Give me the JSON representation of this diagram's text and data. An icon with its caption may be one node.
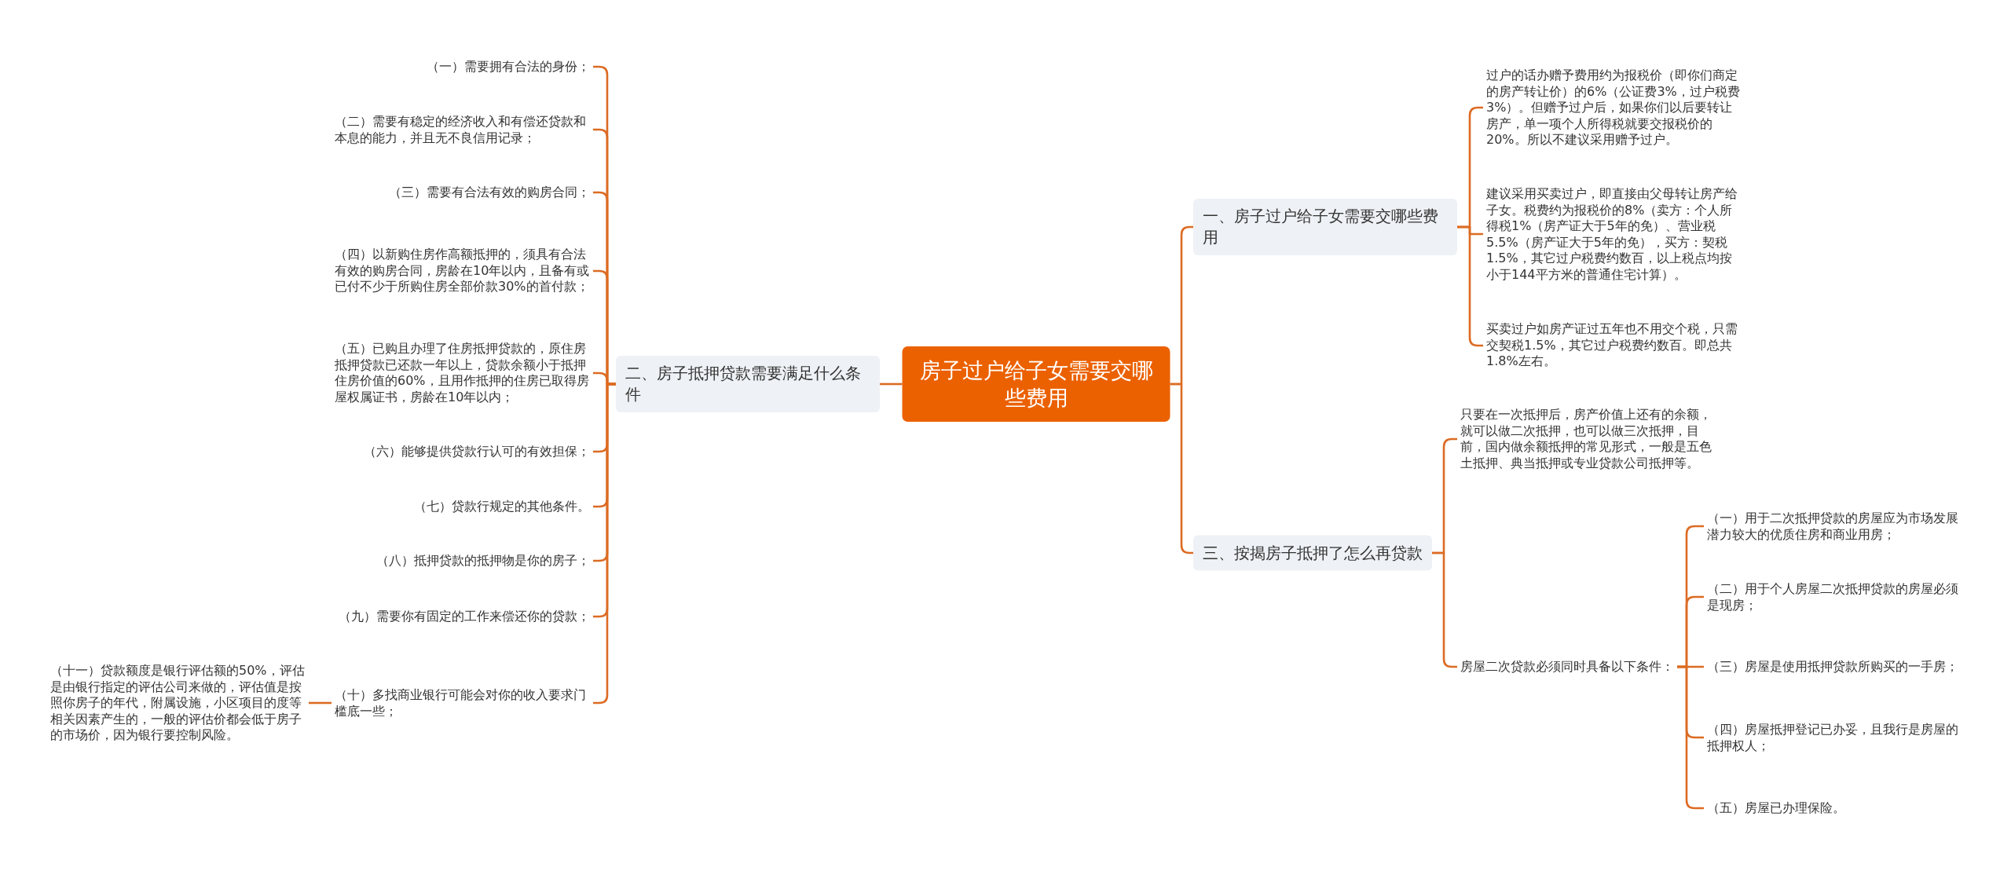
{
  "diagram": {
    "nodes": [
      {
        "text": [
          "房子过户给子女需要交哪些费用"
        ]
      },
      {
        "text": [
          "一、房子过户给子女需要交哪些费用"
        ]
      },
      {
        "text": [
          "过户的话办赠予费用约为报税价（即你们商定的房产转让价）的6%（公证费3%，过户税费3%）。但赠予过户后，如果你们以后要转让房产，单一项个人所得税就要交报税价的20%。所以不建议采用赠予过户。"
        ]
      },
      {
        "text": [
          "建议采用买卖过户，即直接由父母转让房产给子女。税费约为报税价的8%（卖方：个人所得税1%（房产证大于5年的免）、营业税5.5%（房产证大于5年的免），买方：契税1.5%，其它过户税费约数百，以上税点均按小于144平方米的普通住宅计算）。"
        ]
      },
      {
        "text": [
          "买卖过户如房产证过五年也不用交个税，只需交契税1.5%，其它过户税费约数百。即总共1.8%左右。"
        ]
      },
      {
        "text": [
          "二、房子抵押贷款需要满足什么条件"
        ]
      },
      {
        "text": [
          "（一）需要拥有合法的身份；"
        ]
      },
      {
        "text": [
          "（二）需要有稳定的经济收入和有偿还贷款和本息的能力，并且无不良信用记录；"
        ]
      },
      {
        "text": [
          "（三）需要有合法有效的购房合同；"
        ]
      },
      {
        "text": [
          "（四）以新购住房作高额抵押的，须具有合法有效的购房合同，房龄在10年以内，且备有或已付不少于所购住房全部价款30%的首付款；"
        ]
      },
      {
        "text": [
          "（五）已购且办理了住房抵押贷款的，原住房抵押贷款已还款一年以上，贷款余额小于抵押住房价值的60%，且用作抵押的住房已取得房屋权属证书，房龄在10年以内；"
        ]
      },
      {
        "text": [
          "（六）能够提供贷款行认可的有效担保；"
        ]
      },
      {
        "text": [
          "（七）贷款行规定的其他条件。"
        ]
      },
      {
        "text": [
          "（八）抵押贷款的抵押物是你的房子；"
        ]
      },
      {
        "text": [
          "（九）需要你有固定的工作来偿还你的贷款；"
        ]
      },
      {
        "text": [
          "（十）多找商业银行可能会对你的收入要求门槛底一些；"
        ]
      },
      {
        "text": [
          "（十一）贷款额度是银行评估额的50%，评估是由银行指定的评估公司来做的，评估值是按照你房子的年代，附属设施，小区项目的度等相关因素产生的，一般的评估价都会低于房子的市场价，因为银行要控制风险。"
        ]
      },
      {
        "text": [
          "三、按揭房子抵押了怎么再贷款"
        ]
      },
      {
        "text": [
          "只要在一次抵押后，房产价值上还有的余额，就可以做二次抵押，也可以做三次抵押，目前，国内做余额抵押的常见形式，一般是五色土抵押、典当抵押或专业贷款公司抵押等。"
        ]
      },
      {
        "text": [
          "房屋二次贷款必须同时具备以下条件："
        ]
      },
      {
        "text": [
          "（一）用于二次抵押贷款的房屋应为市场发展潜力较大的优质住房和商业用房；"
        ]
      },
      {
        "text": [
          "（二）用于个人房屋二次抵押贷款的房屋必须是现房；"
        ]
      },
      {
        "text": [
          "（三）房屋是使用抵押贷款所购买的一手房；"
        ]
      },
      {
        "text": [
          "（四）房屋抵押登记已办妥，且我行是房屋的抵押权人；"
        ]
      },
      {
        "text": [
          "（五）房屋已办理保险。"
        ]
      }
    ],
    "edges": [
      {
        "from": 0,
        "to": 1,
        "arrow": "none"
      },
      {
        "from": 1,
        "to": 2,
        "arrow": "none"
      },
      {
        "from": 1,
        "to": 3,
        "arrow": "none"
      },
      {
        "from": 1,
        "to": 4,
        "arrow": "none"
      },
      {
        "from": 0,
        "to": 5,
        "arrow": "none"
      },
      {
        "from": 5,
        "to": 6,
        "arrow": "none"
      },
      {
        "from": 5,
        "to": 7,
        "arrow": "none"
      },
      {
        "from": 5,
        "to": 8,
        "arrow": "none"
      },
      {
        "from": 5,
        "to": 9,
        "arrow": "none"
      },
      {
        "from": 5,
        "to": 10,
        "arrow": "none"
      },
      {
        "from": 5,
        "to": 11,
        "arrow": "none"
      },
      {
        "from": 5,
        "to": 12,
        "arrow": "none"
      },
      {
        "from": 5,
        "to": 13,
        "arrow": "none"
      },
      {
        "from": 5,
        "to": 14,
        "arrow": "none"
      },
      {
        "from": 5,
        "to": 15,
        "arrow": "none"
      },
      {
        "from": 15,
        "to": 16,
        "arrow": "none"
      },
      {
        "from": 0,
        "to": 17,
        "arrow": "none"
      },
      {
        "from": 17,
        "to": 18,
        "arrow": "none"
      },
      {
        "from": 17,
        "to": 19,
        "arrow": "none"
      },
      {
        "from": 19,
        "to": 20,
        "arrow": "none"
      },
      {
        "from": 19,
        "to": 21,
        "arrow": "none"
      },
      {
        "from": 19,
        "to": 22,
        "arrow": "none"
      },
      {
        "from": 19,
        "to": 23,
        "arrow": "none"
      },
      {
        "from": 19,
        "to": 24,
        "arrow": "none"
      }
    ]
  }
}
